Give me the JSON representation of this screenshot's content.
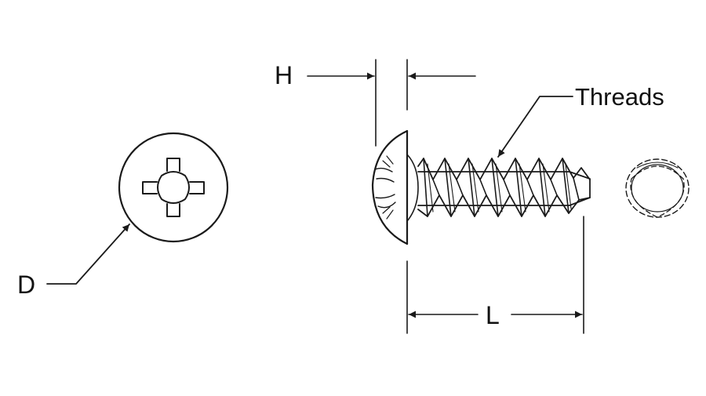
{
  "diagram": {
    "labels": {
      "height": "H",
      "diameter": "D",
      "length": "L",
      "threads": "Threads"
    },
    "colors": {
      "line": "#1a1a1a",
      "background": "#ffffff"
    }
  }
}
